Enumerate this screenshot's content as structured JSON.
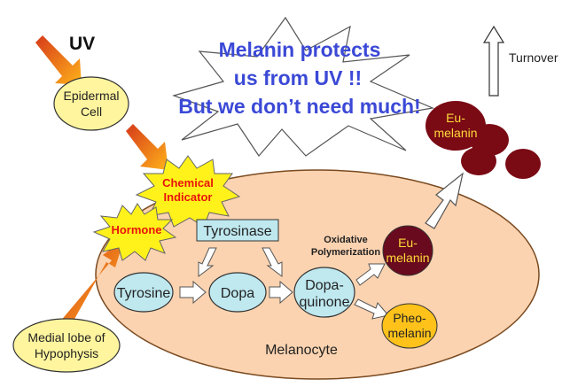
{
  "banner": [
    "Melanin protects",
    "us from UV !!",
    "But we don’t need much!"
  ],
  "labels": {
    "uv": "UV",
    "epidermal": [
      "Epidermal",
      "Cell"
    ],
    "turnover": "Turnover",
    "chemical_indicator": [
      "Chemical",
      "Indicator"
    ],
    "hormone": "Hormone",
    "tyrosinase": "Tyrosinase",
    "oxidative": [
      "Oxidative",
      "Polymerization"
    ],
    "tyrosine": "Tyrosine",
    "dopa": "Dopa",
    "dopaquinone": [
      "Dopa-",
      "quinone"
    ],
    "eumelanin": [
      "Eu-",
      "melanin"
    ],
    "pheomelanin": [
      "Pheo-",
      "melanin"
    ],
    "melanocyte": "Melanocyte",
    "hypophysis": [
      "Medial lobe of",
      "Hypophysis"
    ]
  },
  "colors": {
    "banner_text": "#3b49d6",
    "melanocyte_fill": "#fbd3b0",
    "node_fill": "#bfe8ef",
    "input_node_fill": "#fff59e",
    "eumelanin_fill": "#6a0a1e",
    "pheomelanin_fill": "#ffc21a",
    "burst_fill": "#fff21a",
    "warning_text": "#e8140c"
  }
}
